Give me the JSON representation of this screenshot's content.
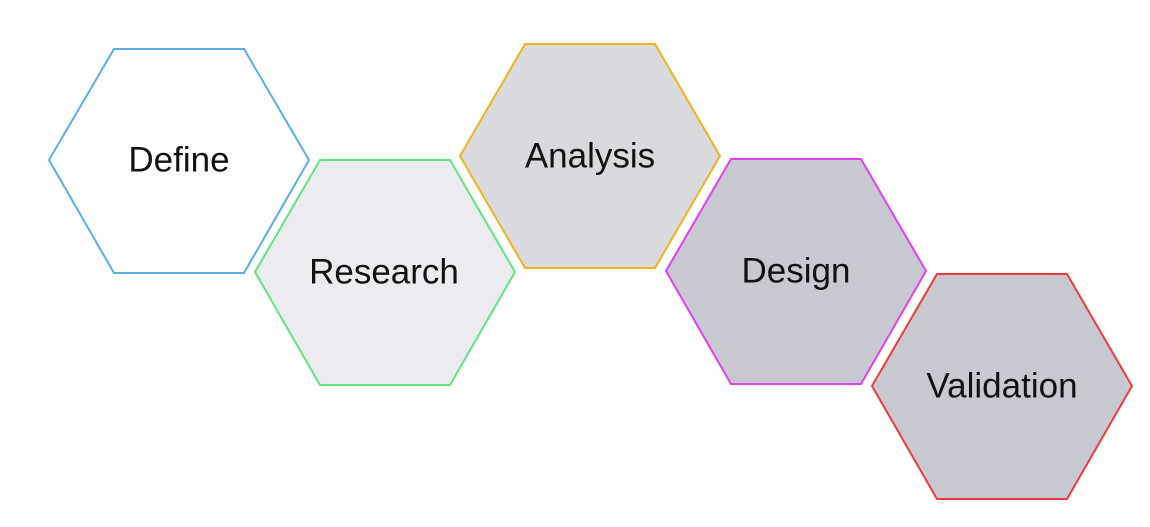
{
  "steps": [
    {
      "label": "Define",
      "stroke": "#5aaee6",
      "fill": "#ffffff"
    },
    {
      "label": "Research",
      "stroke": "#5ee67e",
      "fill": "#ececf0"
    },
    {
      "label": "Analysis",
      "stroke": "#f0b419",
      "fill": "#d9d9de"
    },
    {
      "label": "Design",
      "stroke": "#e53ef0",
      "fill": "#c8c8d0"
    },
    {
      "label": "Validation",
      "stroke": "#ee3a3a",
      "fill": "#c8c8d0"
    }
  ]
}
